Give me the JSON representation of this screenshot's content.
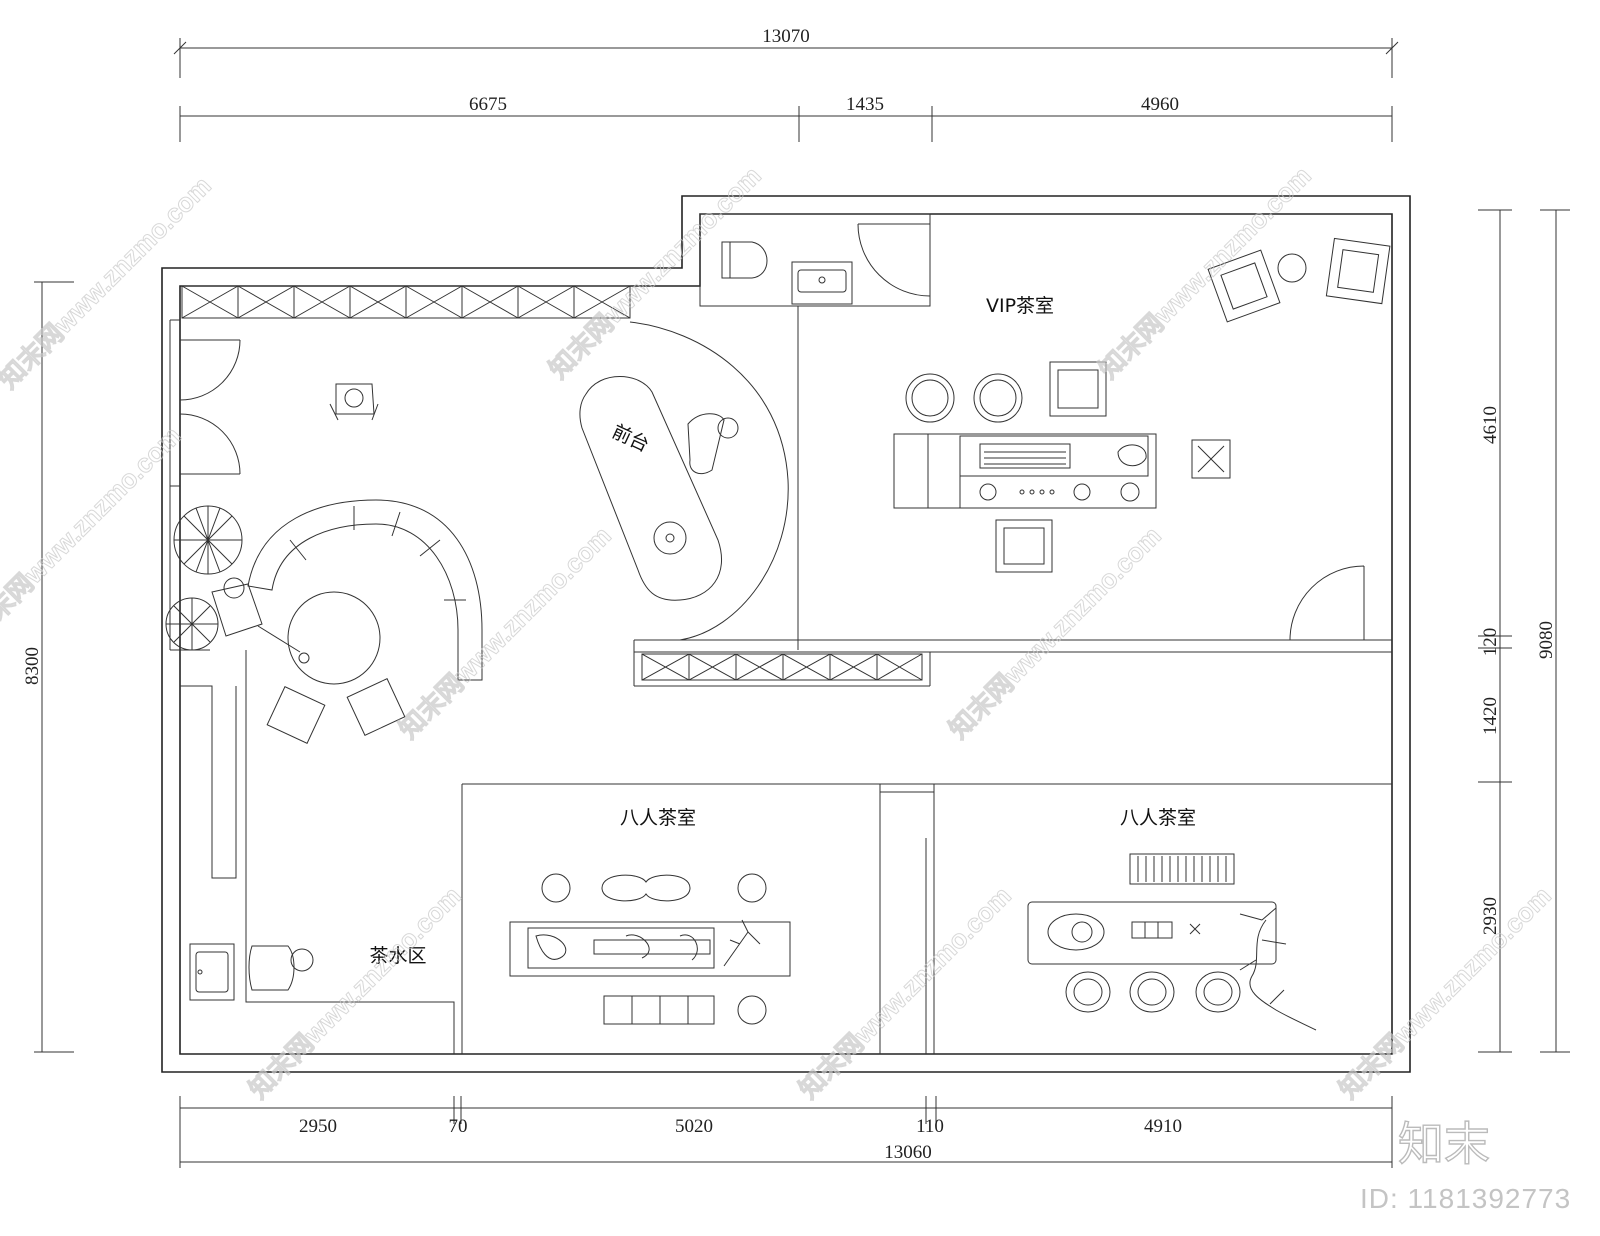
{
  "title": "",
  "rooms": {
    "vip": "VIP茶室",
    "reception": "前台",
    "eight_a": "八人茶室",
    "eight_b": "八人茶室",
    "tea_water": "茶水区"
  },
  "dimensions": {
    "top_total": "13070",
    "top_segments": [
      "6675",
      "1435",
      "4960"
    ],
    "bottom_segments": [
      "2950",
      "70",
      "5020",
      "110",
      "4910"
    ],
    "bottom_total": "13060",
    "left_total": "8300",
    "right_segments": [
      "4610",
      "120",
      "1420",
      "2930"
    ],
    "right_total": "9080"
  },
  "watermark": {
    "site": "知末网www.znzmo.com",
    "brand": "知末",
    "id": "ID: 1181392773"
  },
  "colors": {
    "line": "#222222",
    "watermark": "#c8c8c8"
  }
}
